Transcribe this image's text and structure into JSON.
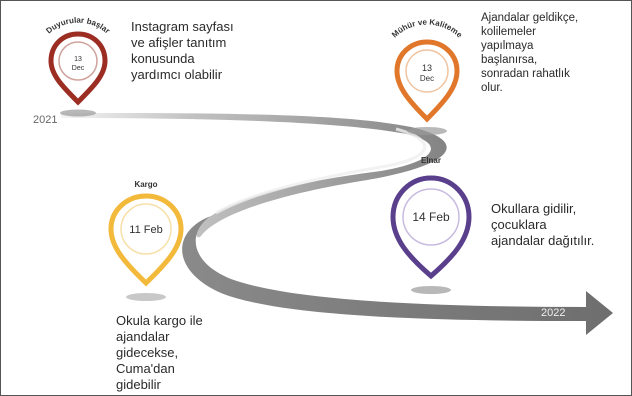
{
  "timeline": {
    "start_year": "2021",
    "end_year": "2022"
  },
  "milestones": [
    {
      "title": "Duyurular başlar",
      "date_day": "13",
      "date_month": "Dec",
      "color": "#9b2d22",
      "note": "Instagram sayfası\nve afişler tanıtım\nkonusunda\nyardımcı olabilir"
    },
    {
      "title": "Mühür ve Kaliteme",
      "date_day": "13",
      "date_month": "Dec",
      "color": "#e0772a",
      "note": "Ajandalar geldikçe,\nkolilemeler\nyapılmaya\nbaşlanırsa,\nsonradan rahatlık\nolur."
    },
    {
      "title": "Kargo",
      "date": "11 Feb",
      "color": "#f2b93b",
      "note": "Okula kargo ile\najandalar\ngidecekse,\nCuma'dan\ngidebilir"
    },
    {
      "title": "Elnar",
      "date": "14 Feb",
      "color": "#5a3f8c",
      "note": "Okullara gidilir,\nçocuklara\najandalar dağıtılır."
    }
  ]
}
